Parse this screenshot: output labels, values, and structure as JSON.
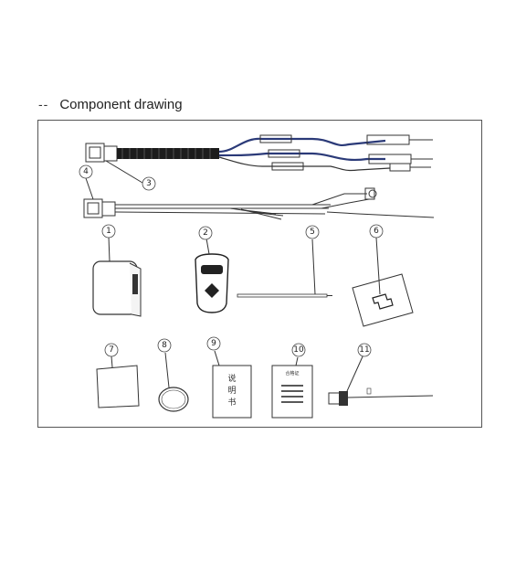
{
  "header": {
    "dashes": "--",
    "title": "Component drawing"
  },
  "callouts": [
    "1",
    "2",
    "3",
    "4",
    "5",
    "6",
    "7",
    "8",
    "9",
    "10",
    "11"
  ],
  "manual_text": [
    "说",
    "明",
    "书"
  ],
  "certificate_text": "合格证",
  "colors": {
    "line": "#333333",
    "blue_wire": "#2b3a78",
    "frame": "#555555"
  }
}
